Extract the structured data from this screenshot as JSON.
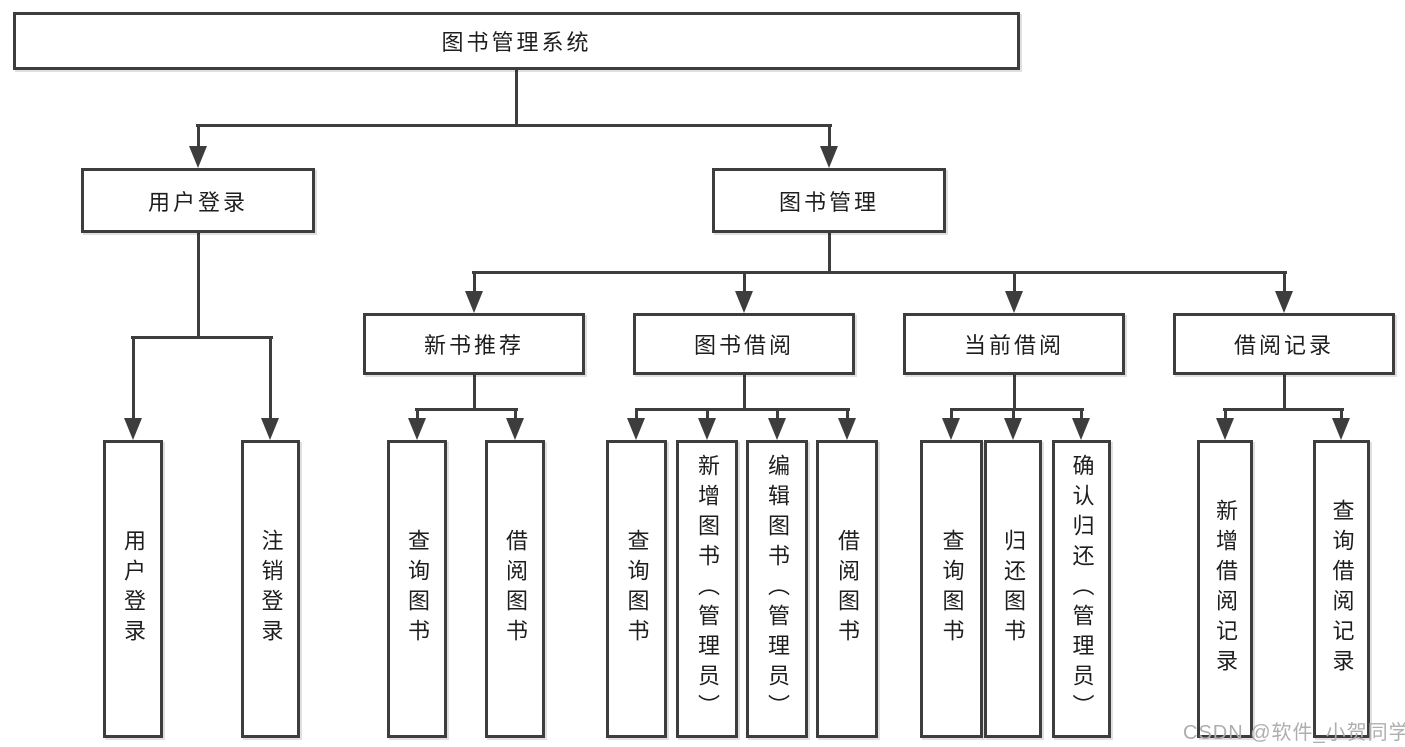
{
  "tree": {
    "label": "图书管理系统",
    "children": [
      {
        "label": "用户登录",
        "children": [
          {
            "label": "用户登录"
          },
          {
            "label": "注销登录"
          }
        ]
      },
      {
        "label": "图书管理",
        "children": [
          {
            "label": "新书推荐",
            "children": [
              {
                "label": "查询图书"
              },
              {
                "label": "借阅图书"
              }
            ]
          },
          {
            "label": "图书借阅",
            "children": [
              {
                "label": "查询图书"
              },
              {
                "label": "新增图书（管理员）"
              },
              {
                "label": "编辑图书（管理员）"
              },
              {
                "label": "借阅图书"
              }
            ]
          },
          {
            "label": "当前借阅",
            "children": [
              {
                "label": "查询图书"
              },
              {
                "label": "归还图书"
              },
              {
                "label": "确认归还（管理员）"
              }
            ]
          },
          {
            "label": "借阅记录",
            "children": [
              {
                "label": "新增借阅记录"
              },
              {
                "label": "查询借阅记录"
              }
            ]
          }
        ]
      }
    ]
  },
  "watermark": {
    "text": "CSDN @软件_小贺同学"
  },
  "colors": {
    "background": "#ffffff",
    "line": "#3d3d3d",
    "box_border": "#3d3d3d",
    "text": "#1e1e1e",
    "watermark": "#aeaeae"
  }
}
